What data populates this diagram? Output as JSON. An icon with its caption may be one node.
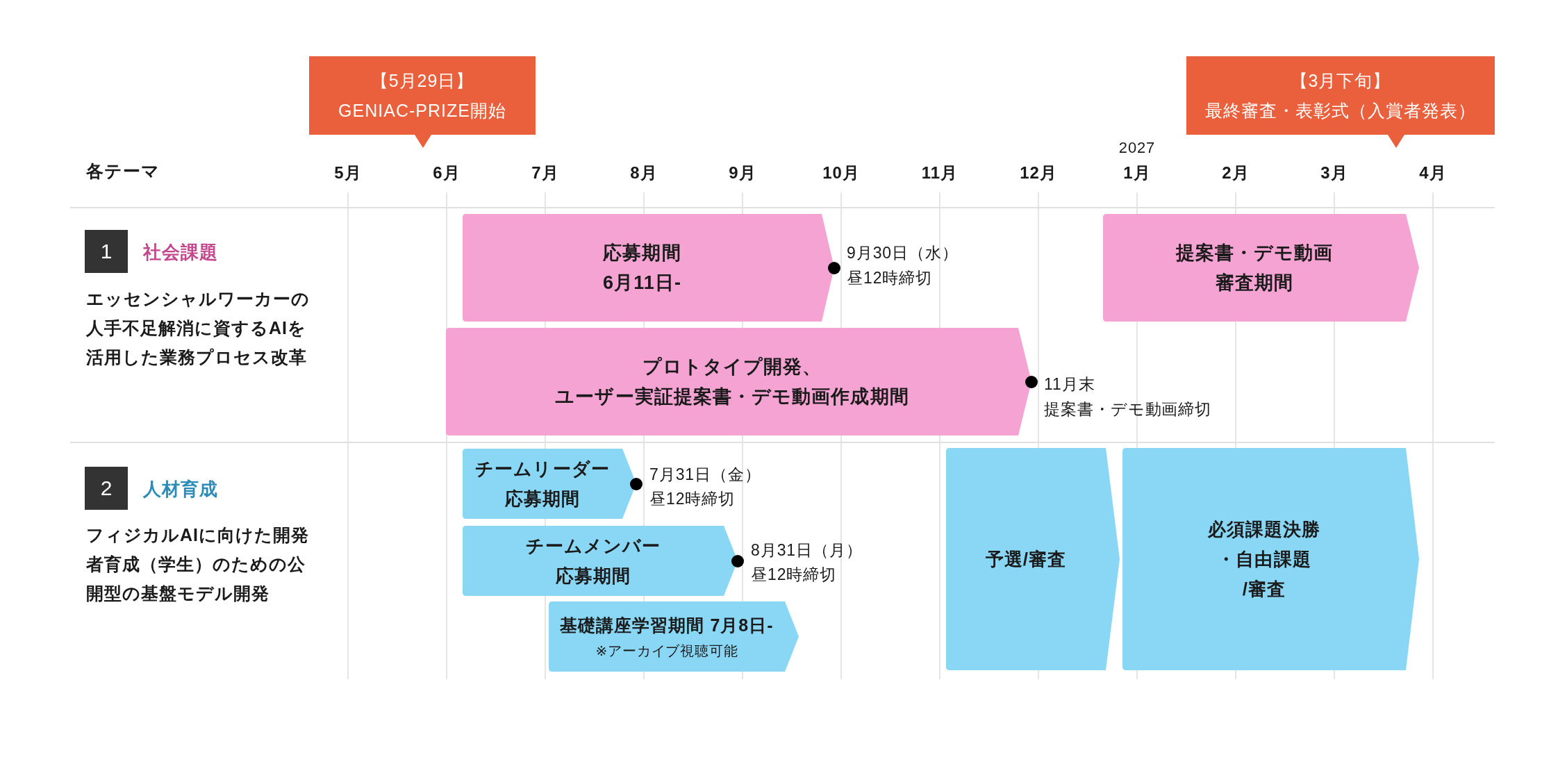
{
  "diagram": {
    "nodes": [
      {
        "text": [
          "【5月29日】",
          "GENIAC-PRIZE開始"
        ]
      },
      {
        "text": [
          "【3月下旬】",
          "最終審査・表彰式（入賞者発表）"
        ]
      },
      {
        "text": [
          "1"
        ],
        "beside": [
          "社会課題",
          "エッセンシャルワーカーの人手不足解消に資するAIを活用した業務プロセス改革"
        ]
      },
      {
        "text": [
          "応募期間",
          "6月11日-"
        ],
        "beside": [
          "9月30日（水）",
          "昼12時締切"
        ]
      },
      {
        "text": [
          "提案書・デモ動画審査期間"
        ]
      },
      {
        "text": [
          "プロトタイプ開発、",
          "ユーザー実証提案書・デモ動画作成期間"
        ],
        "beside": [
          "11月末",
          "提案書・デモ動画締切"
        ]
      },
      {
        "text": [
          "2"
        ],
        "beside": [
          "人材育成",
          "フィジカルAIに向けた開発者育成（学生）のための公開型の基盤モデル開発"
        ]
      },
      {
        "text": [
          "チームリーダー応募期間"
        ],
        "beside": [
          "7月31日（金）",
          "昼12時締切"
        ]
      },
      {
        "text": [
          "チームメンバー応募期間"
        ],
        "beside": [
          "8月31日（月）",
          "昼12時締切"
        ]
      },
      {
        "text": [
          "基礎講座学習期間 7月8日-",
          "※アーカイブ視聴可能"
        ]
      },
      {
        "text": [
          "予選/審査"
        ]
      },
      {
        "text": [
          "必須課題決勝",
          "・自由課題",
          "/審査"
        ]
      }
    ],
    "labels": [
      "各テーマ",
      "5月",
      "6月",
      "7月",
      "8月",
      "9月",
      "10月",
      "11月",
      "12月",
      "2027",
      "1月",
      "2月",
      "3月",
      "4月"
    ]
  }
}
